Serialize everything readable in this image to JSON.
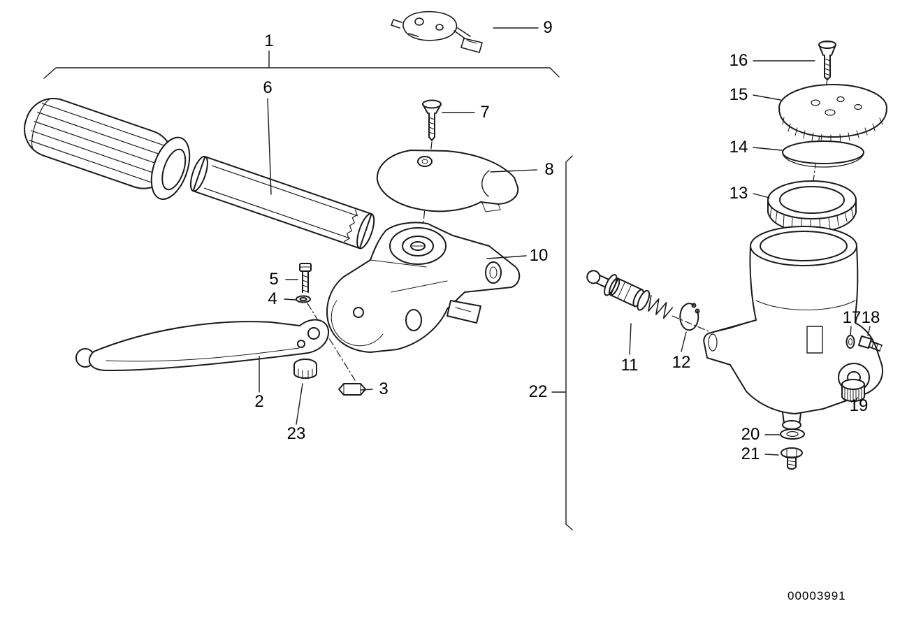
{
  "diagram": {
    "drawing_number": "00003991",
    "background_color": "#ffffff",
    "line_color": "#1a1a1a"
  },
  "part_labels": [
    {
      "ref": "1"
    },
    {
      "ref": "2"
    },
    {
      "ref": "3"
    },
    {
      "ref": "4"
    },
    {
      "ref": "5"
    },
    {
      "ref": "6"
    },
    {
      "ref": "7"
    },
    {
      "ref": "8"
    },
    {
      "ref": "9"
    },
    {
      "ref": "10"
    },
    {
      "ref": "11"
    },
    {
      "ref": "12"
    },
    {
      "ref": "13"
    },
    {
      "ref": "14"
    },
    {
      "ref": "15"
    },
    {
      "ref": "16"
    },
    {
      "ref": "17"
    },
    {
      "ref": "18"
    },
    {
      "ref": "19"
    },
    {
      "ref": "20"
    },
    {
      "ref": "21"
    },
    {
      "ref": "22"
    },
    {
      "ref": "23"
    }
  ]
}
